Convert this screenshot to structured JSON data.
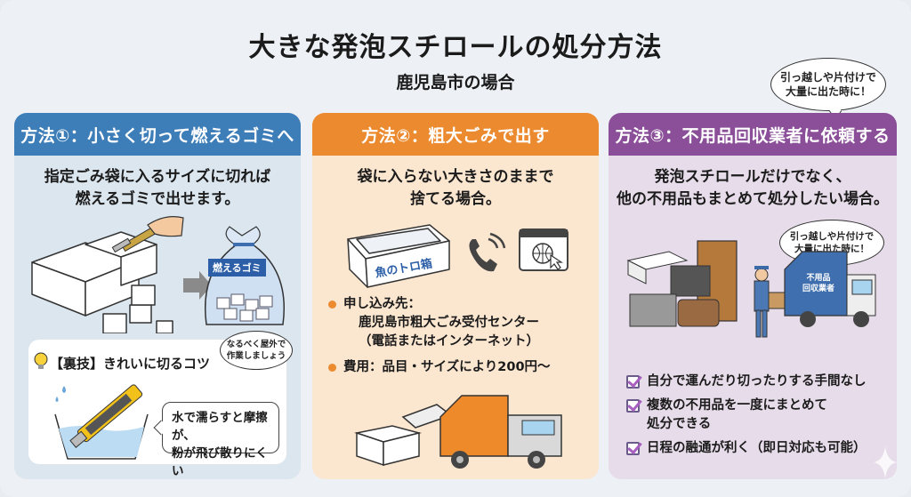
{
  "header": {
    "title": "大きな発泡スチロールの処分方法",
    "subtitle": "鹿児島市の場合",
    "callout": [
      "引っ越しや片付けで",
      "大量に出た時に！"
    ]
  },
  "colors": {
    "method1": "#3d7db8",
    "method2": "#ec8a2f",
    "method3": "#8a4f98"
  },
  "method1": {
    "heading": "方法①：小さく切って燃えるゴミへ",
    "lead": [
      "指定ごみ袋に入るサイズに切れば",
      "燃えるゴミで出せます。"
    ],
    "bag_label": "燃えるゴミ",
    "tip": {
      "title": "【裏技】きれいに切るコツ",
      "bubble": [
        "なるべく屋外で",
        "作業しましょう"
      ],
      "speech": [
        "水で濡らすと摩擦が、",
        "粉が飛び散りにくい"
      ],
      "icon": "lightbulb-icon"
    }
  },
  "method2": {
    "heading": "方法②：粗大ごみで出す",
    "lead": [
      "袋に入らない大きさのままで",
      "捨てる場合。"
    ],
    "box_label": "魚のトロ箱",
    "bullets": [
      {
        "label": "申し込み先：",
        "sub": [
          "鹿児島市粗大ごみ受付センター",
          "（電話またはインターネット）"
        ]
      },
      {
        "label": "費用：品目・サイズにより200円〜",
        "sub": []
      }
    ]
  },
  "method3": {
    "heading": "方法③：不用品回収業者に依頼する",
    "lead": [
      "発泡スチロールだけでなく、",
      "他の不用品もまとめて処分したい場合。"
    ],
    "bubble": [
      "引っ越しや片付けで",
      "大量に出た時に！"
    ],
    "truck_label": [
      "不用品",
      "回収業者"
    ],
    "checks": [
      [
        "自分で運んだり切ったりする手間なし"
      ],
      [
        "複数の不用品を一度にまとめて",
        "処分できる"
      ],
      [
        "日程の融通が利く（即日対応も可能）"
      ]
    ]
  }
}
